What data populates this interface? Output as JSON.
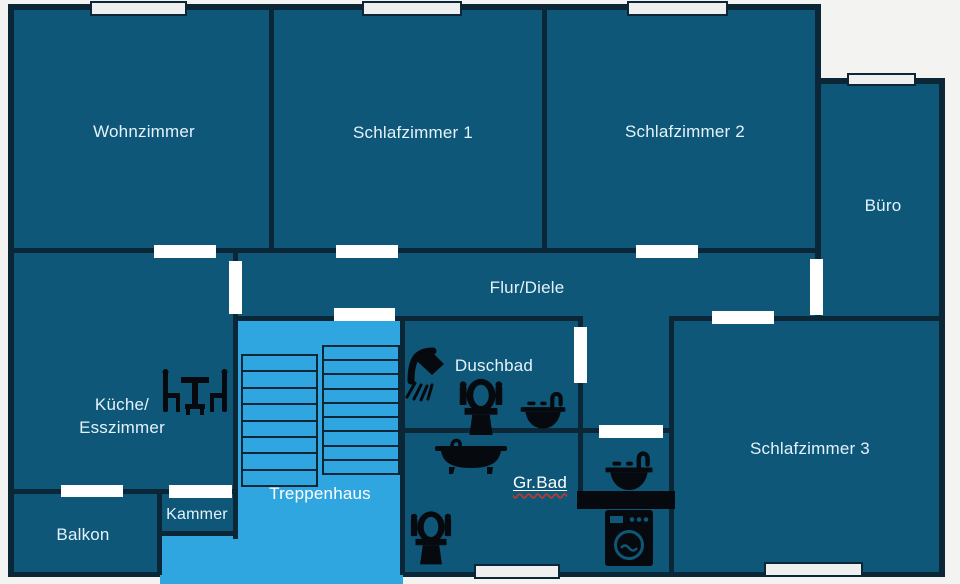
{
  "colors": {
    "background": "#f3f3f1",
    "floor": "#0f5778",
    "stairs": "#2fa6df",
    "wall": "#0b2637",
    "window_fill": "#efefef",
    "door_fill": "#ffffff",
    "label": "#e3f2fb",
    "label_bright": "#ffffff",
    "icon": "#06090d",
    "spell_underline": "#c0392b"
  },
  "rooms": {
    "wohnzimmer": "Wohnzimmer",
    "schlafzimmer1": "Schlafzimmer 1",
    "schlafzimmer2": "Schlafzimmer 2",
    "buero": "Büro",
    "flur": "Flur/Diele",
    "kueche_line1": "Küche/",
    "kueche_line2": "Esszimmer",
    "duschbad": "Duschbad",
    "schlafzimmer3": "Schlafzimmer 3",
    "treppenhaus": "Treppenhaus",
    "kammer": "Kammer",
    "balkon": "Balkon",
    "grbad": "Gr.Bad"
  },
  "stairs": {
    "left_steps": 8,
    "right_steps": 9
  },
  "icons": {
    "kueche": [
      "dining-table-icon"
    ],
    "duschbad": [
      "shower-icon",
      "toilet-icon",
      "sink-icon"
    ],
    "grbad": [
      "bathtub-icon",
      "toilet-icon",
      "sink-icon",
      "vanity-counter",
      "washing-machine-icon"
    ]
  }
}
